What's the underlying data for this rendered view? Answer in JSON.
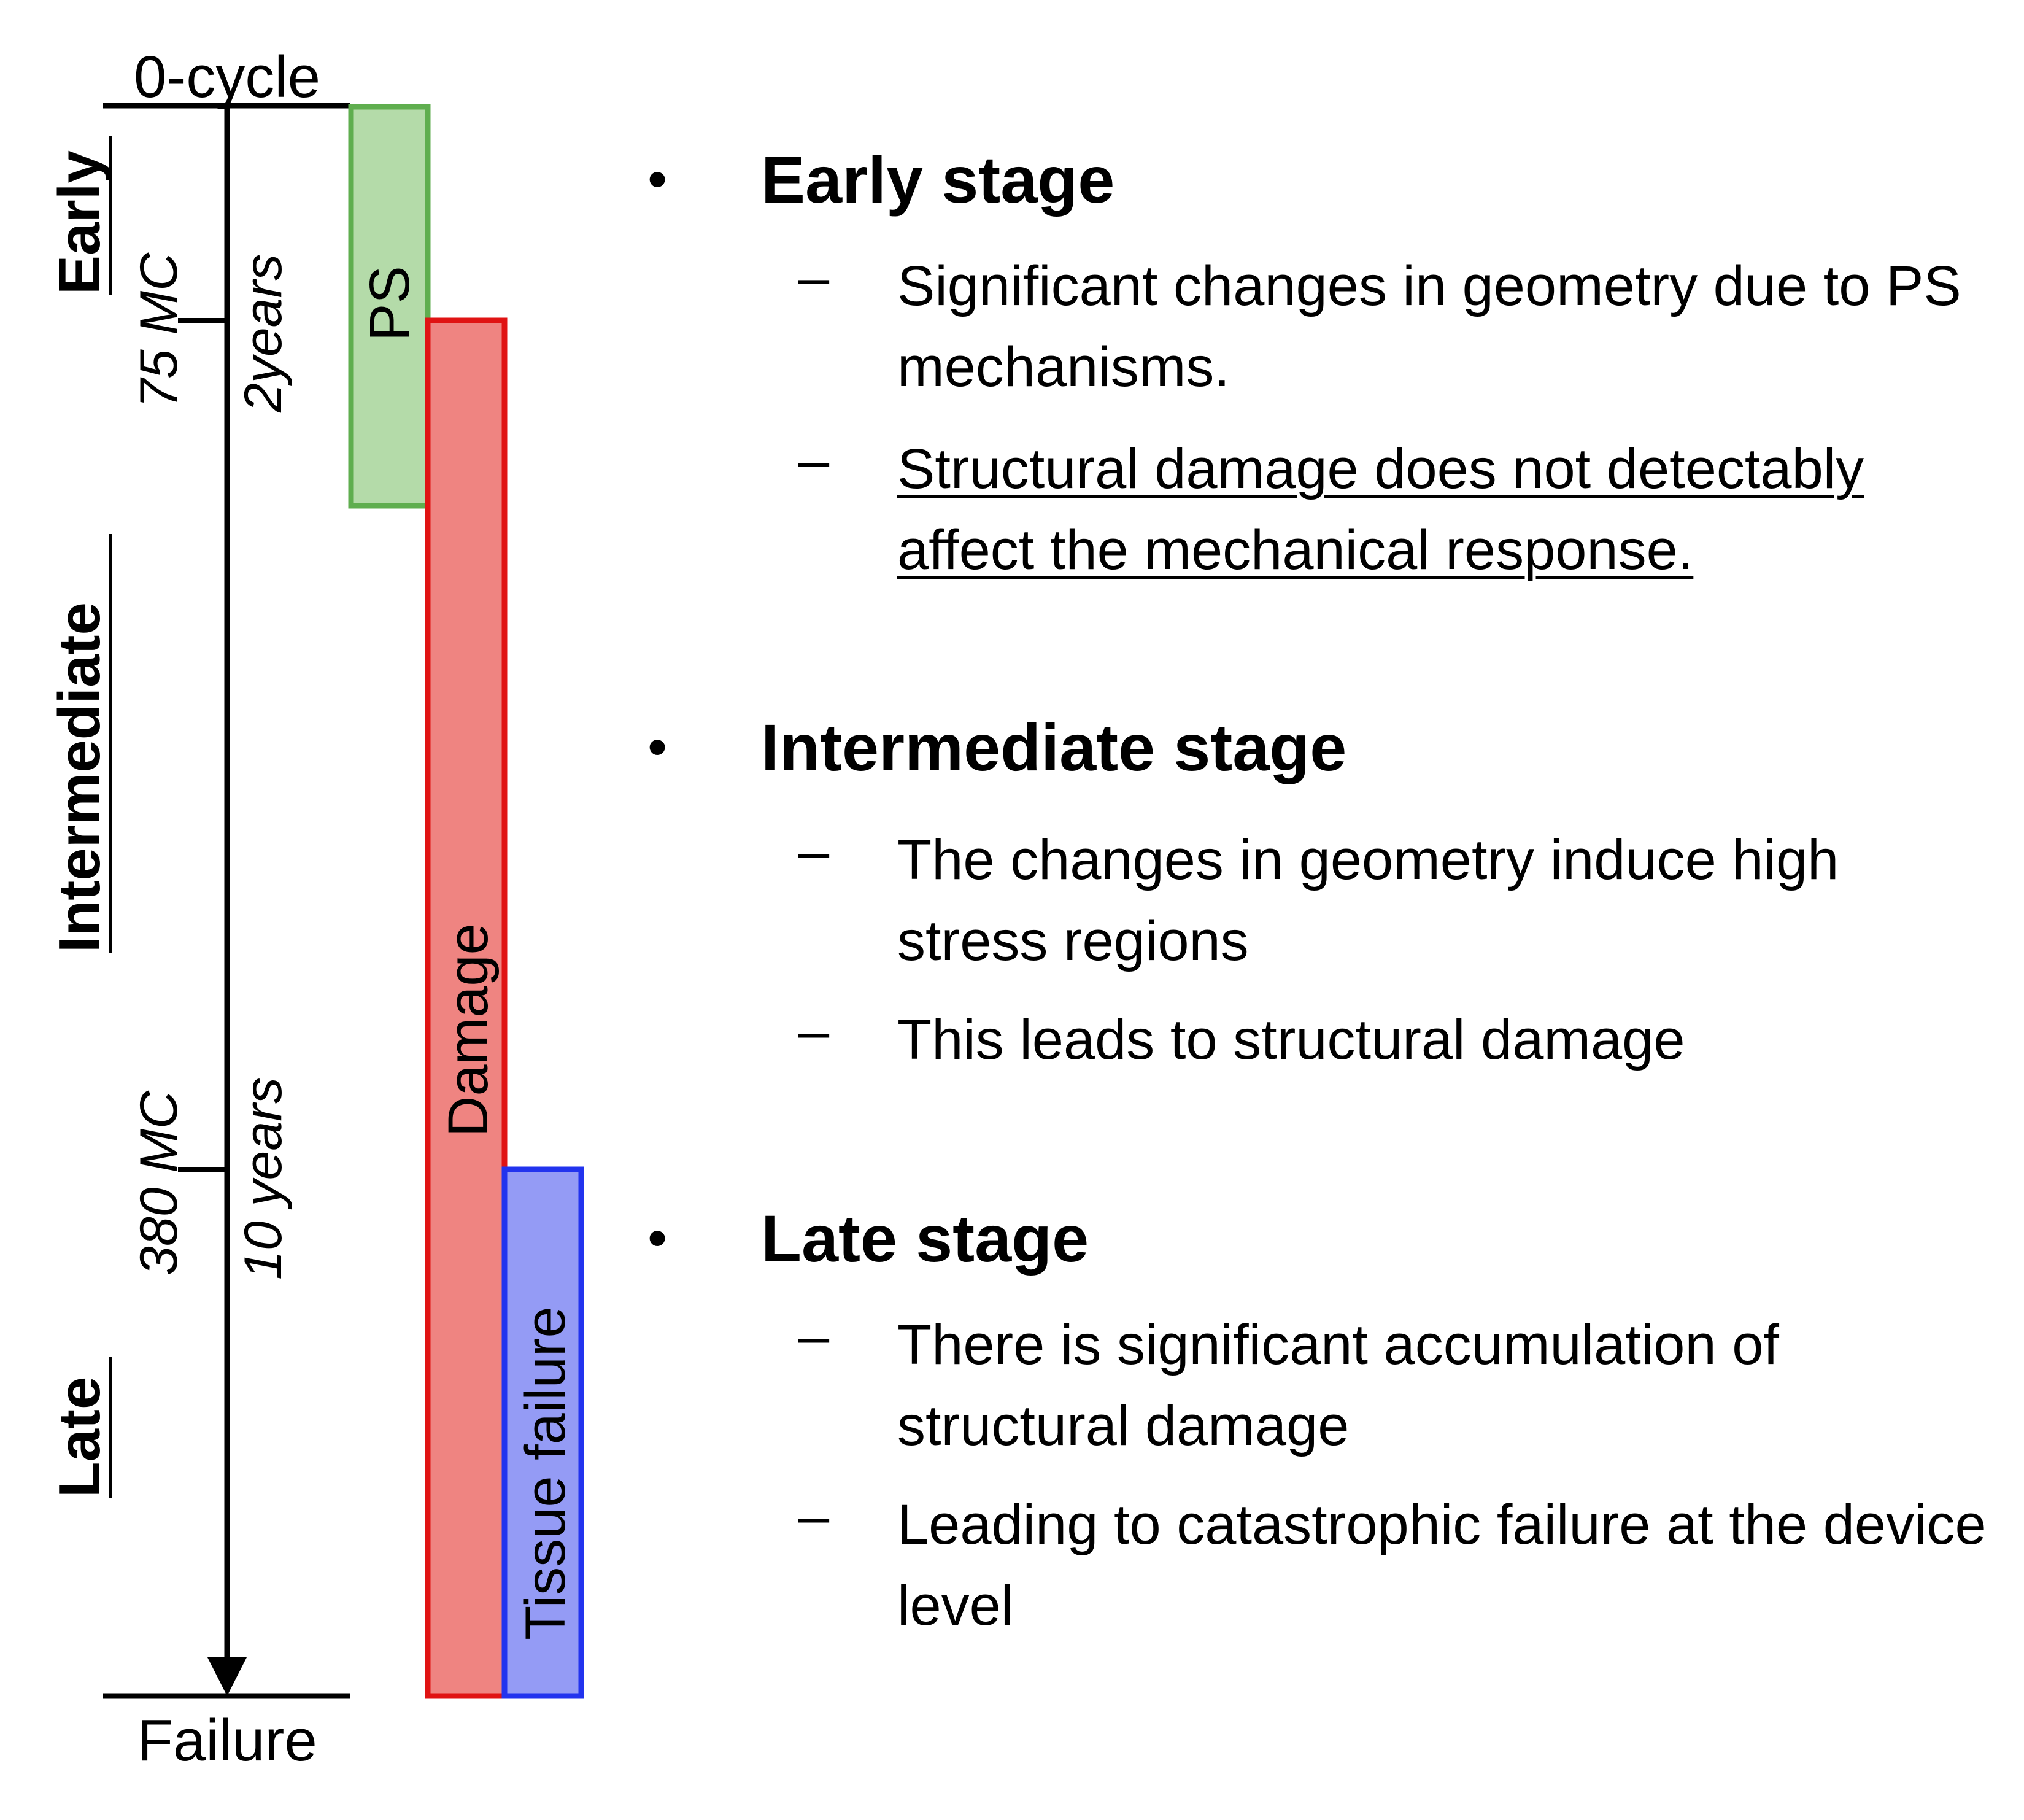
{
  "timeline": {
    "top_label": "0-cycle",
    "bottom_label": "Failure",
    "stages": [
      "Early",
      "Intermediate",
      "Late"
    ],
    "ticks": [
      {
        "cycles": "75 MC",
        "time": "2years"
      },
      {
        "cycles": "380 MC",
        "time": "10 years"
      }
    ]
  },
  "phases": [
    {
      "label": "PS",
      "fill": "#b4dba9",
      "stroke": "#5fae4f"
    },
    {
      "label": "Damage",
      "fill": "#ef8481",
      "stroke": "#e01313"
    },
    {
      "label": "Tissue failure",
      "fill": "#949bf5",
      "stroke": "#2233ee"
    }
  ],
  "stages": [
    {
      "bullet": "•",
      "title": "Early stage",
      "items": [
        {
          "dash": "–",
          "text": "Significant changes in geometry due to PS mechanisms."
        },
        {
          "dash": "–",
          "text": "Structural damage does not detectably affect the mechanical response."
        }
      ]
    },
    {
      "bullet": "•",
      "title": "Intermediate stage",
      "items": [
        {
          "dash": "–",
          "text": "The changes in geometry induce high stress regions"
        },
        {
          "dash": "–",
          "text": "This leads to structural damage"
        }
      ]
    },
    {
      "bullet": "•",
      "title": "Late stage",
      "items": [
        {
          "dash": "–",
          "text": "There is significant accumulation of structural damage"
        },
        {
          "dash": "–",
          "text": "Leading to catastrophic failure at the device level"
        }
      ]
    }
  ]
}
